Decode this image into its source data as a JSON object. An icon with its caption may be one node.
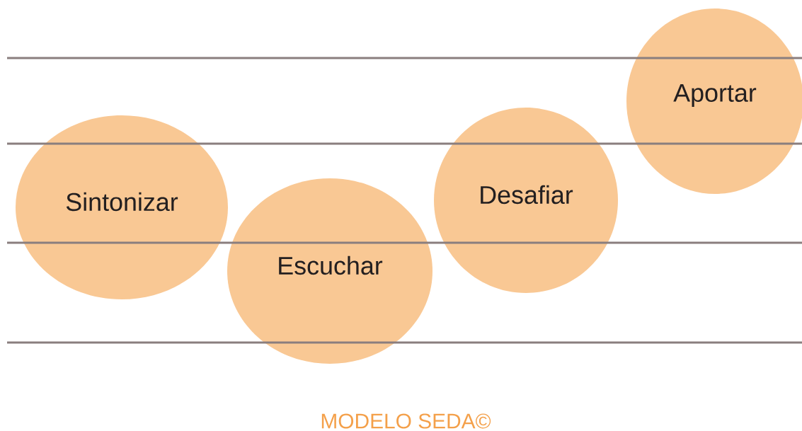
{
  "diagram": {
    "caption": "MODELO SEDA©",
    "nodes": [
      {
        "text": [
          "Sintonizar"
        ]
      },
      {
        "text": [
          "Escuchar"
        ]
      },
      {
        "text": [
          "Desafiar"
        ]
      },
      {
        "text": [
          "Aportar"
        ]
      }
    ]
  }
}
